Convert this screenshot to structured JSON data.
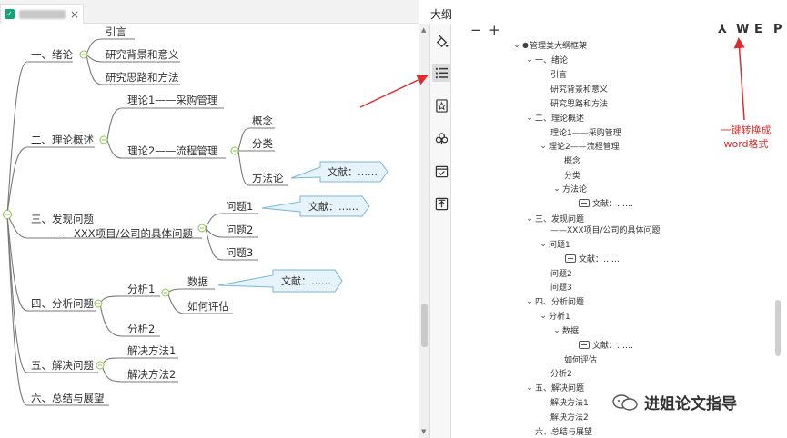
{
  "tab": {
    "close": "×"
  },
  "panel": {
    "title": "大纲"
  },
  "mindmap": {
    "topics": {
      "t1": "一、绪论",
      "t1_1": "引言",
      "t1_2": "研究背景和意义",
      "t1_3": "研究思路和方法",
      "t2": "二、理论概述",
      "t2_1": "理论1——采购管理",
      "t2_2": "理论2——流程管理",
      "t2_2_1": "概念",
      "t2_2_2": "分类",
      "t2_2_3": "方法论",
      "t3_a": "三、发现问题",
      "t3_b": "——XXX项目/公司的具体问题",
      "t3_1": "问题1",
      "t3_2": "问题2",
      "t3_3": "问题3",
      "t4": "四、分析问题",
      "t4_1": "分析1",
      "t4_1_1": "数据",
      "t4_1_2": "如何评估",
      "t4_2": "分析2",
      "t5": "五、解决问题",
      "t5_1": "解决方法1",
      "t5_2": "解决方法2",
      "t6": "六、总结与展望"
    },
    "notes": {
      "n1": "文献：……",
      "n2": "文献：……",
      "n3": "文献：……"
    }
  },
  "outline": {
    "toolbar": {
      "collapse": "−",
      "expand": "+",
      "f1": "⅄",
      "f2": "W",
      "f3": "E",
      "f4": "P"
    },
    "root": "管理类大纲框架",
    "r1": "一、绪论",
    "r1_1": "引言",
    "r1_2": "研究背景和意义",
    "r1_3": "研究思路和方法",
    "r2": "二、理论概述",
    "r2_1": "理论1——采购管理",
    "r2_2": "理论2——流程管理",
    "r2_2_1": "概念",
    "r2_2_2": "分类",
    "r2_2_3": "方法论",
    "r2_2_3n": "文献：……",
    "r3a": "三、发现问题",
    "r3b": "——XXX项目/公司的具体问题",
    "r3_1": "问题1",
    "r3_1n": "文献：……",
    "r3_2": "问题2",
    "r3_3": "问题3",
    "r4": "四、分析问题",
    "r4_1": "分析1",
    "r4_1_1": "数据",
    "r4_1_1n": "文献：……",
    "r4_1_2": "如何评估",
    "r4_2": "分析2",
    "r5": "五、解决问题",
    "r5_1": "解决方法1",
    "r5_2": "解决方法2",
    "r6": "六、总结与展望"
  },
  "annotation": {
    "line1": "一键转换成",
    "line2": "word格式"
  },
  "watermark": {
    "text": "进姐论文指导"
  },
  "colors": {
    "accent": "#e02b2b",
    "branch": "#7a7a7a",
    "note_fill": "#e6f3fb",
    "note_stroke": "#7ab6d9",
    "collapse_dot": "#8bc34a"
  }
}
